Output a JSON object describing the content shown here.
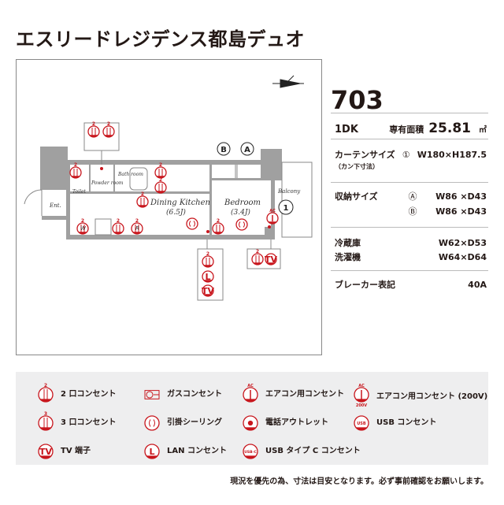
{
  "title": "エスリードレジデンス都島デュオ",
  "plan": {
    "rooms": {
      "toilet": "Toilet",
      "powder": "Powder room",
      "bath": "Bath room",
      "entrance": "Ent.",
      "dk": "Dining Kitchen",
      "dk_size": "(6.5J)",
      "bedroom": "Bedroom",
      "bedroom_size": "(3.4J)",
      "balcony": "Balcony"
    },
    "markers": {
      "b": "B",
      "a": "A",
      "curtain": "1"
    },
    "appliance_marks": {
      "washer": "W",
      "fridge": "R"
    }
  },
  "panel": {
    "room_number": "703",
    "layout": "1DK",
    "area_label": "専有面積",
    "area_value": "25.81",
    "area_unit": "㎡",
    "curtain_label": "カーテンサイズ",
    "curtain_sub": "（カン下寸法）",
    "curtain_mark": "①",
    "curtain_value": "W180×H187.5",
    "storage_label": "収納サイズ",
    "storage": [
      {
        "mark": "Ⓐ",
        "value": "W86 ×D43"
      },
      {
        "mark": "Ⓑ",
        "value": "W86 ×D43"
      }
    ],
    "fridge_label": "冷蔵庫",
    "fridge_value": "W62×D53",
    "washer_label": "洗濯機",
    "washer_value": "W64×D64",
    "breaker_label": "ブレーカー表記",
    "breaker_value": "40A"
  },
  "legend": {
    "outlet2": "2 口コンセント",
    "gas": "ガスコンセント",
    "ac": "エアコン用コンセント",
    "ac200": "エアコン用コンセント (200V)",
    "outlet3": "3 口コンセント",
    "ceiling": "引掛シーリング",
    "phone": "電話アウトレット",
    "usb": "USB コンセント",
    "tv": "TV 端子",
    "lan": "LAN コンセント",
    "usbc": "USB タイプ C コンセント",
    "icon_text": {
      "two": "2",
      "three": "3",
      "ac": "AC",
      "v200": "200V",
      "tv": "TV",
      "lan": "L",
      "usb": "USB",
      "usbc": "USB-C"
    }
  },
  "colors": {
    "accent": "#c8161d",
    "wall": "#a0a0a0",
    "legend_bg": "#eeeeef"
  },
  "note": "現況を優先の為、寸法は目安となります。必ず事前確認をお願いします。"
}
